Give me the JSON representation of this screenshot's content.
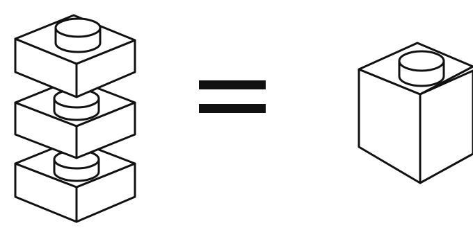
{
  "colors": {
    "ink": "#111111",
    "background": "#ffffff"
  },
  "diagram": {
    "left": {
      "kind": "stack-of-plates",
      "plate_count": 3
    },
    "operator": {
      "icon": "equals-sign-icon"
    },
    "right": {
      "kind": "1x1-brick"
    }
  }
}
